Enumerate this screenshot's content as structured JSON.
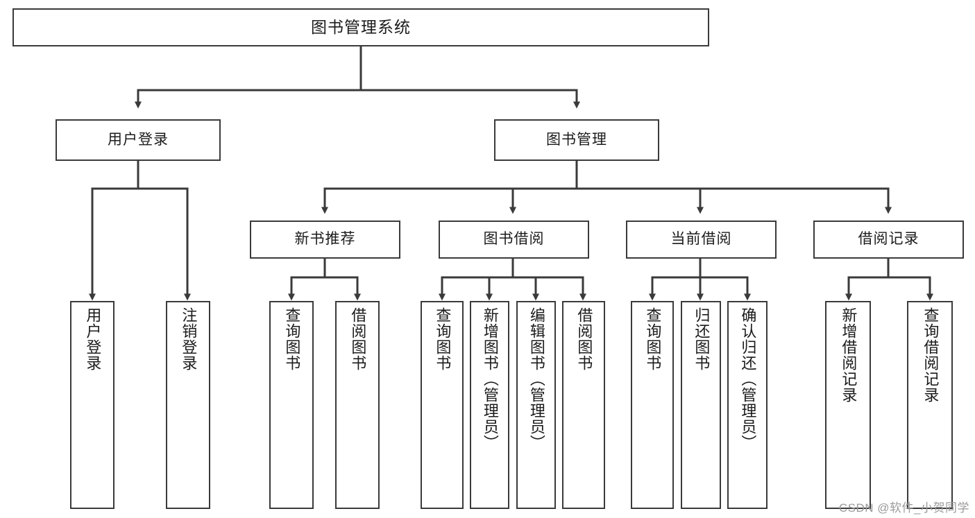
{
  "diagram": {
    "title": "图书管理系统",
    "type": "功能结构图",
    "watermark": "CSDN @软件_小贺同学",
    "colors": {
      "stroke": "#3a3a3a",
      "fill": "#ffffff",
      "text": "#1b1b1b",
      "watermark": "#9a9a9a"
    }
  },
  "chart_data": {
    "type": "tree",
    "title": "图书管理系统",
    "root": {
      "label": "图书管理系统",
      "children": [
        {
          "label": "用户登录",
          "children": [
            {
              "label": "用户登录",
              "children": []
            },
            {
              "label": "注销登录",
              "children": []
            }
          ]
        },
        {
          "label": "图书管理",
          "children": [
            {
              "label": "新书推荐",
              "children": [
                {
                  "label": "查询图书",
                  "children": []
                },
                {
                  "label": "借阅图书",
                  "children": []
                }
              ]
            },
            {
              "label": "图书借阅",
              "children": [
                {
                  "label": "查询图书",
                  "children": []
                },
                {
                  "label": "新增图书（管理员）",
                  "children": []
                },
                {
                  "label": "编辑图书（管理员）",
                  "children": []
                },
                {
                  "label": "借阅图书",
                  "children": []
                }
              ]
            },
            {
              "label": "当前借阅",
              "children": [
                {
                  "label": "查询图书",
                  "children": []
                },
                {
                  "label": "归还图书",
                  "children": []
                },
                {
                  "label": "确认归还（管理员）",
                  "children": []
                }
              ]
            },
            {
              "label": "借阅记录",
              "children": [
                {
                  "label": "新增借阅记录",
                  "children": []
                },
                {
                  "label": "查询借阅记录",
                  "children": []
                }
              ]
            }
          ]
        }
      ]
    }
  },
  "nodes": {
    "root": {
      "label": "图书管理系统"
    },
    "level1": [
      {
        "label": "用户登录"
      },
      {
        "label": "图书管理"
      }
    ],
    "level2": [
      {
        "label": "新书推荐"
      },
      {
        "label": "图书借阅"
      },
      {
        "label": "当前借阅"
      },
      {
        "label": "借阅记录"
      }
    ],
    "leaves_user_login": [
      {
        "label": "用户登录"
      },
      {
        "label": "注销登录"
      }
    ],
    "leaves_new_book": [
      {
        "label": "查询图书"
      },
      {
        "label": "借阅图书"
      }
    ],
    "leaves_borrow": [
      {
        "label": "查询图书"
      },
      {
        "label": "新增图书（管理员）"
      },
      {
        "label": "编辑图书（管理员）"
      },
      {
        "label": "借阅图书"
      }
    ],
    "leaves_current": [
      {
        "label": "查询图书"
      },
      {
        "label": "归还图书"
      },
      {
        "label": "确认归还（管理员）"
      }
    ],
    "leaves_record": [
      {
        "label": "新增借阅记录"
      },
      {
        "label": "查询借阅记录"
      }
    ]
  }
}
